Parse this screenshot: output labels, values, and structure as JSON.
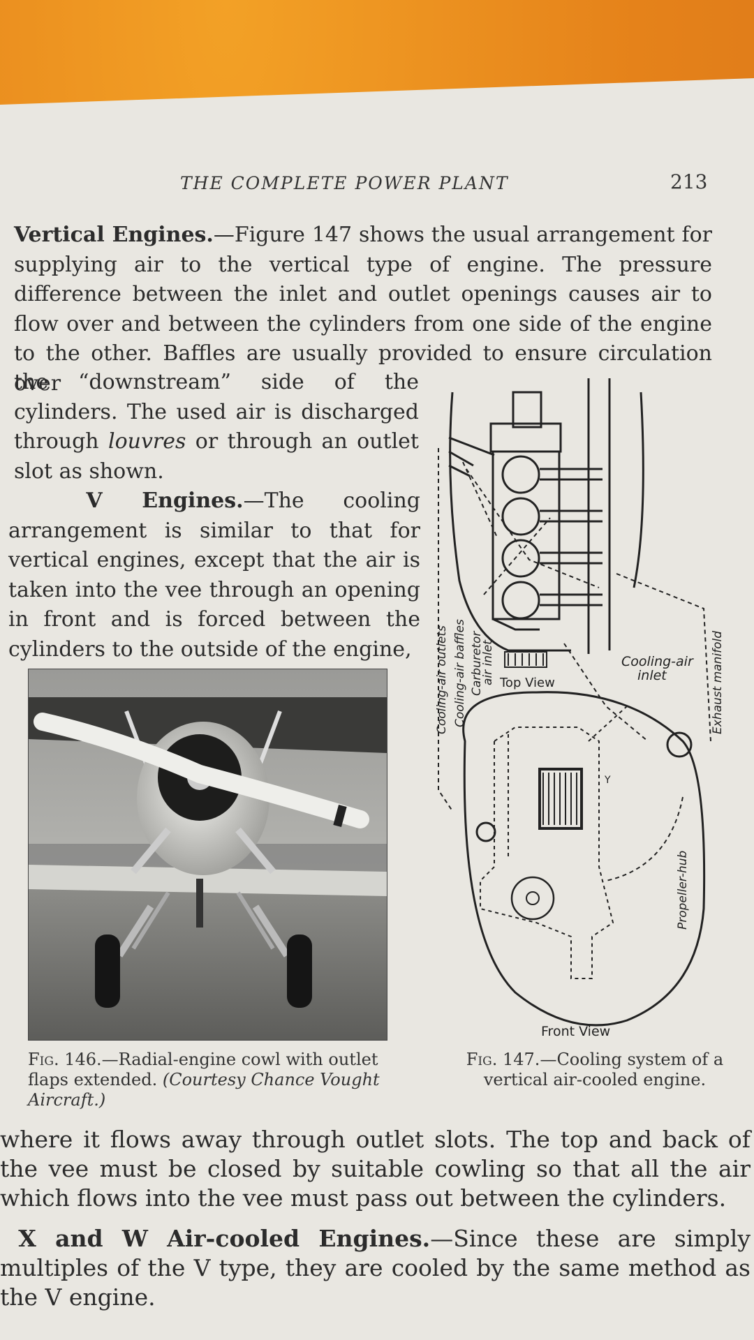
{
  "header": {
    "running_head": "THE COMPLETE POWER PLANT",
    "page_number": "213"
  },
  "paragraphs": {
    "vertical_title": "Vertical Engines.",
    "vertical_text_wide": "—Figure 147 shows the usual arrangement for supplying air to the vertical type of engine. The pressure difference between the inlet and outlet openings causes air to flow over and between the cylinders from one side of the engine to the other. Baffles are usually provided to ensure circulation over",
    "vertical_text_narrow_1": "the “downstream” side of the cylinders. The used air is discharged through ",
    "vertical_text_narrow_italic": "louvres",
    "vertical_text_narrow_2": " or through an outlet slot as shown.",
    "v_title": "V Engines.",
    "v_text": "—The cooling arrangement is similar to that for vertical engines, except that the air is taken into the vee through an opening in front and is forced between the cylinders to the outside of the engine,",
    "continuation": "where it flows away through outlet slots. The top and back of the vee must be closed by suitable cowling so that all the air which flows into the vee must pass out between the cylinders.",
    "xw_title": "X and W Air-cooled Engines.",
    "xw_text": "—Since these are simply multiples of the V type, they are cooled by the same method as the V engine."
  },
  "fig146": {
    "label": "Fig. 146.",
    "text": "—Radial-engine cowl with outlet flaps extended. ",
    "courtesy": "(Courtesy Chance Vought Aircraft.)"
  },
  "fig147": {
    "label": "Fig. 147.",
    "text": "—Cooling system of a vertical air-cooled engine.",
    "labels": {
      "cooling_air_outlets": "Cooling-air outlets",
      "cooling_air_baffles": "Cooling-air baffles",
      "carburetor": "Carburetor",
      "air_inlet": "air inlet",
      "exhaust_manifold": "Exhaust manifold",
      "cooling_air_inlet_1": "Cooling-air",
      "cooling_air_inlet_2": "inlet",
      "top_view": "Top View",
      "front_view": "Front View",
      "propeller_hub": "Propeller-hub",
      "y_mark": "Y"
    }
  }
}
